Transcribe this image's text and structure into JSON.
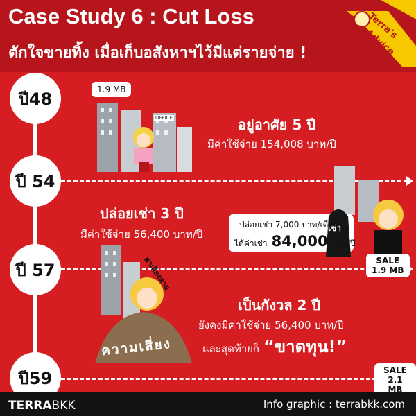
{
  "header": {
    "title": "Case Study 6 : Cut Loss",
    "subtitle": "ตักใจขายทิ้ง เมื่อเก็บอสังหาฯไว้มีแต่รายจ่าย !",
    "badge_line1": "Terra's",
    "badge_line2": "Advice"
  },
  "timeline": {
    "years": [
      "ปี48",
      "ปี 54",
      "ปี 57",
      "ปี59"
    ]
  },
  "stage1": {
    "heading": "อยู่อาศัย 5 ปี",
    "text": "มีค่าใช้จ่าย 154,008 บาท/ปี",
    "price_tag": "1.9 MB",
    "office_label": "OFFICE"
  },
  "stage2": {
    "heading": "ปล่อยเช่า 3 ปี",
    "text": "มีค่าใช้จ่าย 56,400 บาท/ปี",
    "rent_line": "ปล่อยเช่า 7,000 บาท/เดือน",
    "income_prefix": "ได้ค่าเช่า",
    "income_value": "84,000",
    "income_suffix": "บาท/ปี",
    "tenant_label": "ผู้เช่า",
    "sale_label": "SALE",
    "sale_value": "1.9 MB"
  },
  "stage3": {
    "heading": "เป็นกังวล 2 ปี",
    "text": "ยังคงมีค่าใช้จ่าย 56,400 บาท/ปี",
    "text2": "และสุดท้ายก็",
    "punch": "“ขาดทุน!”",
    "risk_label": "ความเสี่ยง",
    "worry_label": "ค่าเสียงหาย",
    "sale_label": "SALE",
    "sale_value": "2.1 MB"
  },
  "footer": {
    "brand_terra": "TERRA",
    "brand_bkk": "BKK",
    "credit": "Info graphic : terrabkk.com"
  },
  "colors": {
    "background": "#d51d22",
    "header": "#b5151b",
    "footer": "#121212",
    "ribbon": "#f7c800"
  }
}
